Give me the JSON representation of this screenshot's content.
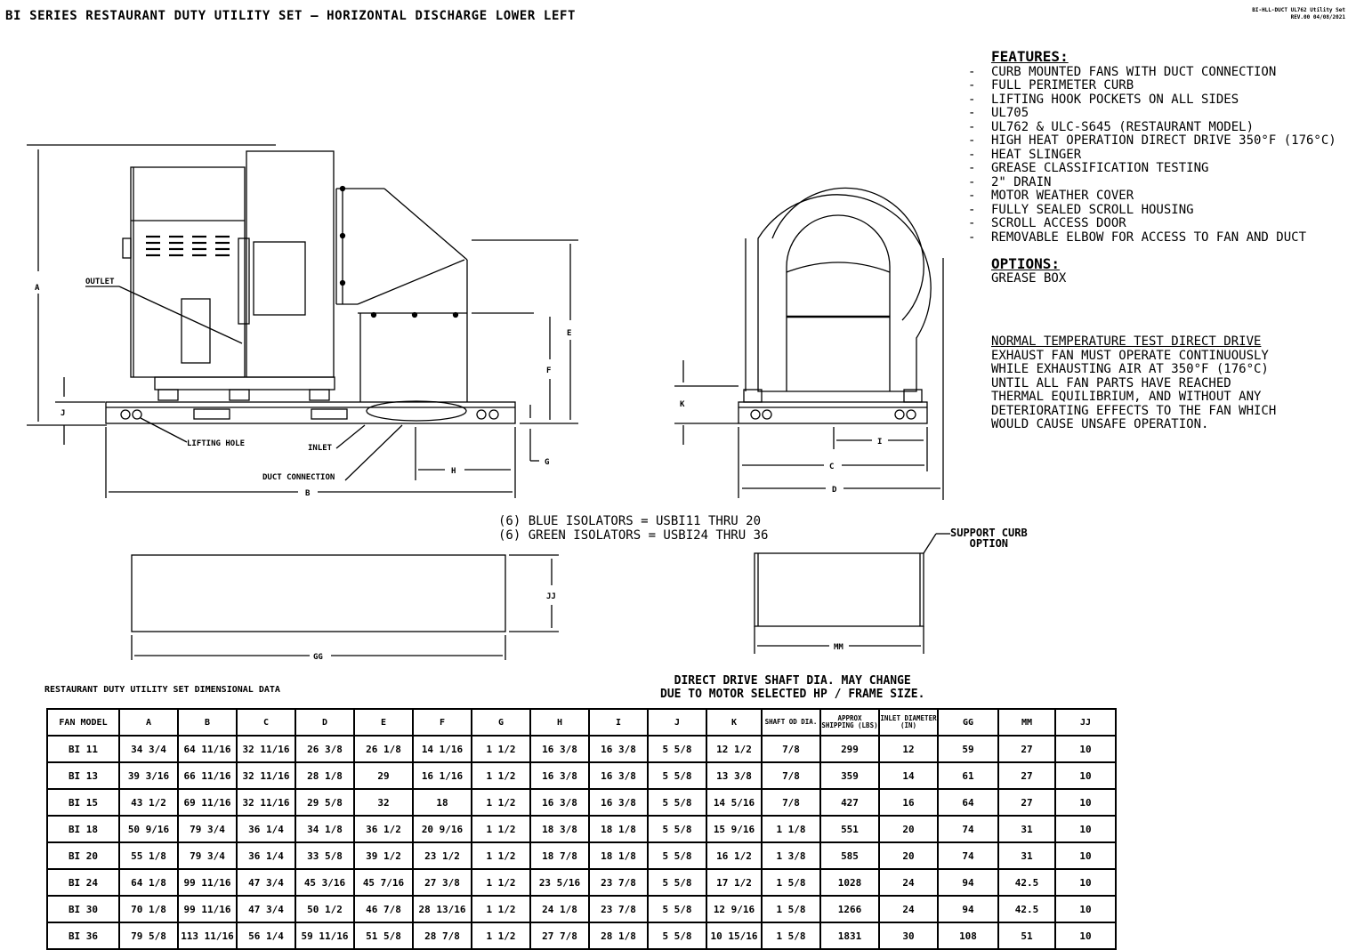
{
  "title": "BI SERIES RESTAURANT DUTY UTILITY SET – HORIZONTAL DISCHARGE LOWER LEFT",
  "doc_ref": [
    "BI-HLL-DUCT UL762 Utility Set",
    "REV.00 04/08/2021"
  ],
  "features": {
    "heading": "FEATURES:",
    "items": [
      "CURB MOUNTED FANS WITH DUCT CONNECTION",
      "FULL PERIMETER CURB",
      "LIFTING HOOK POCKETS ON ALL SIDES",
      "UL705",
      "UL762 & ULC-S645 (RESTAURANT MODEL)",
      "HIGH HEAT OPERATION DIRECT DRIVE 350°F (176°C)",
      "HEAT SLINGER",
      "GREASE CLASSIFICATION TESTING",
      "2\" DRAIN",
      "MOTOR WEATHER COVER",
      "FULLY SEALED SCROLL HOUSING",
      "SCROLL ACCESS DOOR",
      "REMOVABLE ELBOW FOR ACCESS TO FAN AND DUCT"
    ]
  },
  "options": {
    "heading": "OPTIONS:",
    "items": [
      "GREASE BOX"
    ]
  },
  "temperature_note": {
    "heading": "NORMAL TEMPERATURE TEST DIRECT DRIVE",
    "lines": [
      "EXHAUST FAN MUST OPERATE CONTINUOUSLY",
      "WHILE EXHAUSTING AIR AT 350°F (176°C)",
      "UNTIL ALL FAN PARTS HAVE REACHED",
      "THERMAL EQUILIBRIUM, AND WITHOUT ANY",
      "DETERIORATING EFFECTS TO THE FAN WHICH",
      "WOULD CAUSE UNSAFE OPERATION."
    ]
  },
  "isolators": [
    "(6) BLUE ISOLATORS = USBI11 THRU 20",
    "(6) GREEN ISOLATORS = USBI24 THRU 36"
  ],
  "support_curb": [
    "SUPPORT CURB",
    "OPTION"
  ],
  "drawing_labels": {
    "outlet": "OUTLET",
    "lifting_hole": "LIFTING HOLE",
    "inlet": "INLET",
    "duct_connection": "DUCT CONNECTION",
    "A": "A",
    "B": "B",
    "C": "C",
    "D": "D",
    "E": "E",
    "F": "F",
    "G": "G",
    "H": "H",
    "I": "I",
    "J": "J",
    "K": "K",
    "GG": "GG",
    "JJ": "JJ",
    "MM": "MM"
  },
  "table": {
    "caption": "RESTAURANT DUTY UTILITY SET DIMENSIONAL DATA",
    "shaft_note": [
      "DIRECT DRIVE SHAFT DIA. MAY CHANGE",
      "DUE TO MOTOR SELECTED HP / FRAME SIZE."
    ],
    "headers": [
      "FAN MODEL",
      "A",
      "B",
      "C",
      "D",
      "E",
      "F",
      "G",
      "H",
      "I",
      "J",
      "K",
      "SHAFT OD DIA.",
      "APPROX SHIPPING (LBS)",
      "INLET DIAMETER (IN)",
      "GG",
      "MM",
      "JJ"
    ],
    "rows": [
      [
        "BI 11",
        "34 3/4",
        "64 11/16",
        "32 11/16",
        "26 3/8",
        "26 1/8",
        "14 1/16",
        "1 1/2",
        "16 3/8",
        "16 3/8",
        "5 5/8",
        "12 1/2",
        "7/8",
        "299",
        "12",
        "59",
        "27",
        "10"
      ],
      [
        "BI 13",
        "39 3/16",
        "66 11/16",
        "32 11/16",
        "28 1/8",
        "29",
        "16 1/16",
        "1 1/2",
        "16 3/8",
        "16 3/8",
        "5 5/8",
        "13 3/8",
        "7/8",
        "359",
        "14",
        "61",
        "27",
        "10"
      ],
      [
        "BI 15",
        "43 1/2",
        "69 11/16",
        "32 11/16",
        "29 5/8",
        "32",
        "18",
        "1 1/2",
        "16 3/8",
        "16 3/8",
        "5 5/8",
        "14 5/16",
        "7/8",
        "427",
        "16",
        "64",
        "27",
        "10"
      ],
      [
        "BI 18",
        "50 9/16",
        "79 3/4",
        "36 1/4",
        "34 1/8",
        "36 1/2",
        "20 9/16",
        "1 1/2",
        "18 3/8",
        "18 1/8",
        "5 5/8",
        "15 9/16",
        "1 1/8",
        "551",
        "20",
        "74",
        "31",
        "10"
      ],
      [
        "BI 20",
        "55 1/8",
        "79 3/4",
        "36 1/4",
        "33 5/8",
        "39 1/2",
        "23 1/2",
        "1 1/2",
        "18 7/8",
        "18 1/8",
        "5 5/8",
        "16 1/2",
        "1 3/8",
        "585",
        "20",
        "74",
        "31",
        "10"
      ],
      [
        "BI 24",
        "64 1/8",
        "99 11/16",
        "47 3/4",
        "45 3/16",
        "45 7/16",
        "27 3/8",
        "1 1/2",
        "23 5/16",
        "23 7/8",
        "5 5/8",
        "17 1/2",
        "1 5/8",
        "1028",
        "24",
        "94",
        "42.5",
        "10"
      ],
      [
        "BI 30",
        "70 1/8",
        "99 11/16",
        "47 3/4",
        "50 1/2",
        "46 7/8",
        "28 13/16",
        "1 1/2",
        "24 1/8",
        "23 7/8",
        "5 5/8",
        "12 9/16",
        "1 5/8",
        "1266",
        "24",
        "94",
        "42.5",
        "10"
      ],
      [
        "BI 36",
        "79 5/8",
        "113 11/16",
        "56 1/4",
        "59 11/16",
        "51 5/8",
        "28 7/8",
        "1 1/2",
        "27 7/8",
        "28 1/8",
        "5 5/8",
        "10 15/16",
        "1 5/8",
        "1831",
        "30",
        "108",
        "51",
        "10"
      ]
    ]
  }
}
